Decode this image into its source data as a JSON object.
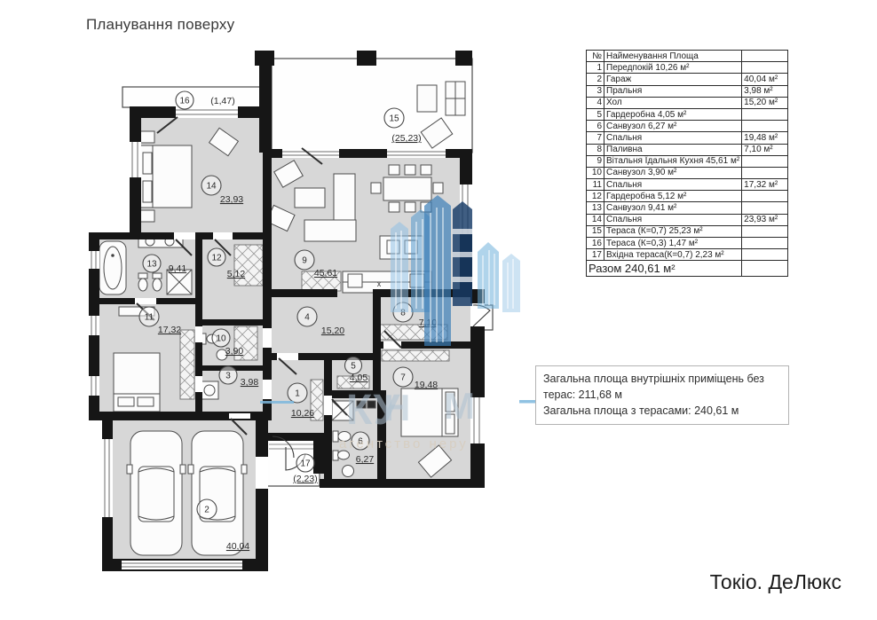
{
  "page": {
    "title": "Планування поверху",
    "project": "Токіо. ДеЛюкс"
  },
  "table": {
    "header": {
      "num": "№",
      "name": "Найменування Площа",
      "area": ""
    },
    "rows": [
      {
        "num": "1",
        "name": "Передпокій 10,26 м²",
        "area": ""
      },
      {
        "num": "2",
        "name": "Гараж",
        "area": "40,04 м²"
      },
      {
        "num": "3",
        "name": "Пральня",
        "area": "3,98 м²"
      },
      {
        "num": "4",
        "name": "Хол",
        "area": "15,20 м²"
      },
      {
        "num": "5",
        "name": "Гардеробна 4,05 м²",
        "area": ""
      },
      {
        "num": "6",
        "name": "Санвузол 6,27 м²",
        "area": ""
      },
      {
        "num": "7",
        "name": "Спальня",
        "area": "19,48 м²"
      },
      {
        "num": "8",
        "name": "Паливна",
        "area": "7,10 м²"
      },
      {
        "num": "9",
        "name": "Вітальня Їдальня Кухня 45,61 м²",
        "area": ""
      },
      {
        "num": "10",
        "name": "Санвузол 3,90 м²",
        "area": ""
      },
      {
        "num": "11",
        "name": "Спальня",
        "area": "17,32 м²"
      },
      {
        "num": "12",
        "name": "Гардеробна 5,12 м²",
        "area": ""
      },
      {
        "num": "13",
        "name": "Санвузол 9,41 м²",
        "area": ""
      },
      {
        "num": "14",
        "name": "Спальня",
        "area": "23,93 м²"
      },
      {
        "num": "15",
        "name": "Тераса (К=0,7) 25,23 м²",
        "area": ""
      },
      {
        "num": "16",
        "name": "Тераса (К=0,3) 1,47 м²",
        "area": ""
      },
      {
        "num": "17",
        "name": "Вхідна тераса(К=0,7) 2,23 м²",
        "area": ""
      }
    ],
    "total": "Разом 240,61 м²"
  },
  "summary": {
    "line1": "Загальна площа внутрішніх приміщень без терас: 211,68 м",
    "line2": "Загальна площа з терасами: 240,61 м"
  },
  "plan": {
    "labels": [
      {
        "num": "1",
        "area": "10,26"
      },
      {
        "num": "2",
        "area": "40,04"
      },
      {
        "num": "3",
        "area": "3,98"
      },
      {
        "num": "4",
        "area": "15,20"
      },
      {
        "num": "5",
        "area": "4,05"
      },
      {
        "num": "6",
        "area": "6,27"
      },
      {
        "num": "7",
        "area": "19,48"
      },
      {
        "num": "8",
        "area": "7,10"
      },
      {
        "num": "9",
        "area": "45,61"
      },
      {
        "num": "10",
        "area": "3,90"
      },
      {
        "num": "11",
        "area": "17,32"
      },
      {
        "num": "12",
        "area": "5,12"
      },
      {
        "num": "13",
        "area": "9,41"
      },
      {
        "num": "14",
        "area": "23,93"
      },
      {
        "num": "15",
        "area": "(25,23)"
      },
      {
        "num": "16",
        "area": "(1,47)"
      },
      {
        "num": "17",
        "area": "(2,23)"
      }
    ],
    "kitchen_sink_mark": "x",
    "watermark": {
      "letters": [
        "КУ",
        "Н",
        "М"
      ],
      "caption": "агентство неру"
    }
  }
}
